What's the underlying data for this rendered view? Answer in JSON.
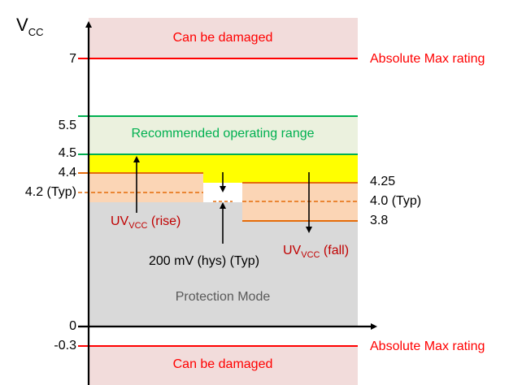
{
  "axis": {
    "y_label": "V",
    "y_label_sub": "CC",
    "ticks": {
      "v7": "7",
      "v55": "5.5",
      "v45": "4.5",
      "v44": "4.4",
      "v42": "4.2 (Typ)",
      "v0": "0",
      "vneg03": "-0.3"
    },
    "right_ticks": {
      "v425": "4.25",
      "v40": "4.0 (Typ)",
      "v38": "3.8"
    }
  },
  "regions": {
    "damage_top": "Can be damaged",
    "damage_bottom": "Can be damaged",
    "recommended": "Recommended operating range",
    "protection": "Protection Mode"
  },
  "ratings": {
    "top": "Absolute Max rating",
    "bottom": "Absolute Max rating"
  },
  "annotations": {
    "uv_rise_prefix": "UV",
    "uv_rise_sub": "VCC",
    "uv_rise_suffix": " (rise)",
    "uv_fall_prefix": "UV",
    "uv_fall_sub": "VCC",
    "uv_fall_suffix": " (fall)",
    "hysteresis": "200 mV (hys) (Typ)"
  },
  "colors": {
    "damage_fill": "#f2dcdb",
    "recommended_fill": "#ebf1de",
    "yellow_band": "#ffff00",
    "uv_band": "#fbd5b5",
    "protection_fill": "#d9d9d9",
    "red": "#ff0000",
    "green": "#00b050",
    "orange": "#e46c0a",
    "dark_red": "#c00000",
    "gray_text": "#595959"
  }
}
